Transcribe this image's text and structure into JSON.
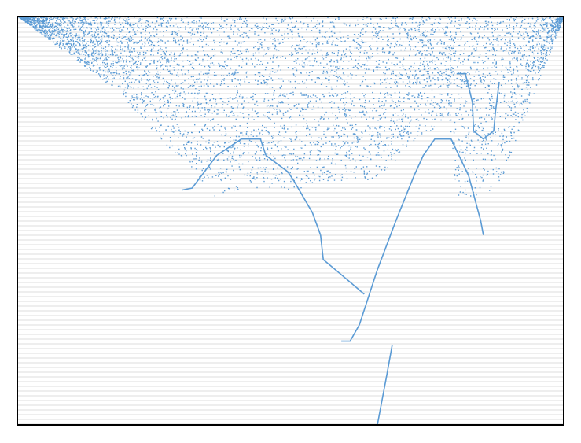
{
  "chart_data": {
    "type": "scatter",
    "description_free": true,
    "title": "",
    "xlabel": "",
    "ylabel": "",
    "grid": true,
    "grid_orientation": "horizontal",
    "legend": "none",
    "xlim": [
      0,
      1
    ],
    "ylim": [
      0,
      1
    ],
    "colors": {
      "points": "#5b9bd5",
      "grid": "#dcdcdc",
      "frame": "#000000",
      "background": "#ffffff"
    },
    "series": [
      {
        "name": "",
        "kind": "branch-curves",
        "branches": [
          {
            "x": [
              0.659,
              0.666,
              0.676,
              0.686
            ],
            "y": [
              0.0,
              0.05,
              0.12,
              0.195
            ]
          },
          {
            "x": [
              0.593,
              0.609,
              0.626,
              0.659,
              0.693,
              0.726,
              0.743,
              0.764,
              0.794,
              0.826,
              0.848,
              0.853
            ],
            "y": [
              0.205,
              0.205,
              0.245,
              0.38,
              0.5,
              0.61,
              0.66,
              0.7,
              0.7,
              0.61,
              0.5,
              0.465
            ]
          },
          {
            "x": [
              0.301,
              0.32,
              0.365,
              0.41,
              0.445,
              0.455
            ],
            "y": [
              0.575,
              0.58,
              0.66,
              0.7,
              0.7,
              0.66
            ]
          },
          {
            "x": [
              0.455,
              0.495,
              0.505,
              0.54,
              0.555
            ],
            "y": [
              0.66,
              0.62,
              0.6,
              0.52,
              0.465
            ]
          },
          {
            "x": [
              0.555,
              0.56,
              0.6,
              0.635
            ],
            "y": [
              0.465,
              0.405,
              0.36,
              0.32
            ]
          },
          {
            "x": [
              0.804,
              0.82,
              0.833,
              0.835,
              0.853
            ],
            "y": [
              0.86,
              0.86,
              0.79,
              0.72,
              0.7
            ]
          },
          {
            "x": [
              0.853,
              0.872,
              0.875,
              0.882
            ],
            "y": [
              0.7,
              0.72,
              0.765,
              0.84
            ]
          }
        ]
      },
      {
        "name": "",
        "kind": "chaotic-band",
        "x_range": [
          0.0,
          1.0
        ],
        "upper_envelope": {
          "x": [
            0.0,
            0.5,
            1.0
          ],
          "y": [
            1.0,
            1.0,
            1.0
          ]
        },
        "lower_envelope": {
          "x": [
            0.0,
            0.17,
            0.36,
            0.42,
            0.5,
            0.6,
            0.66,
            0.72,
            0.79,
            0.8,
            0.83,
            0.86,
            0.88,
            1.0
          ],
          "y": [
            1.0,
            0.83,
            0.56,
            0.58,
            0.57,
            0.6,
            0.6,
            0.69,
            0.75,
            0.56,
            0.56,
            0.57,
            0.58,
            1.0
          ]
        },
        "periodic_windows_y": [
          0.82,
          0.74,
          0.64,
          0.59
        ]
      }
    ]
  }
}
